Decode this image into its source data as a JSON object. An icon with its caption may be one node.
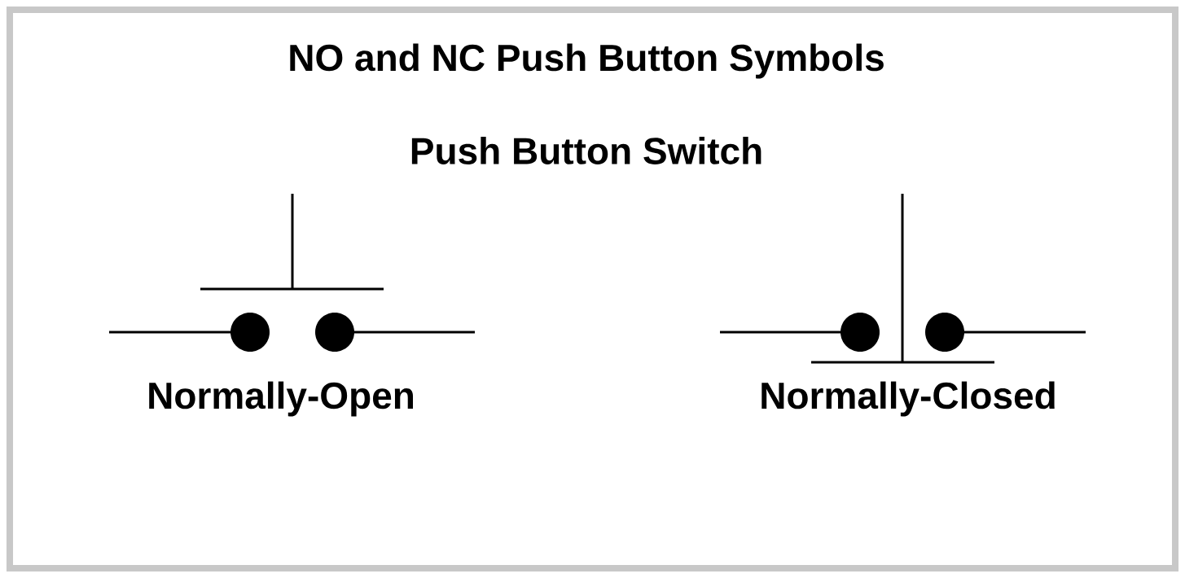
{
  "diagram": {
    "title": "NO and NC Push Button Symbols",
    "labels": [
      "Push Button Switch",
      "Normally-Open",
      "Normally-Closed"
    ]
  }
}
